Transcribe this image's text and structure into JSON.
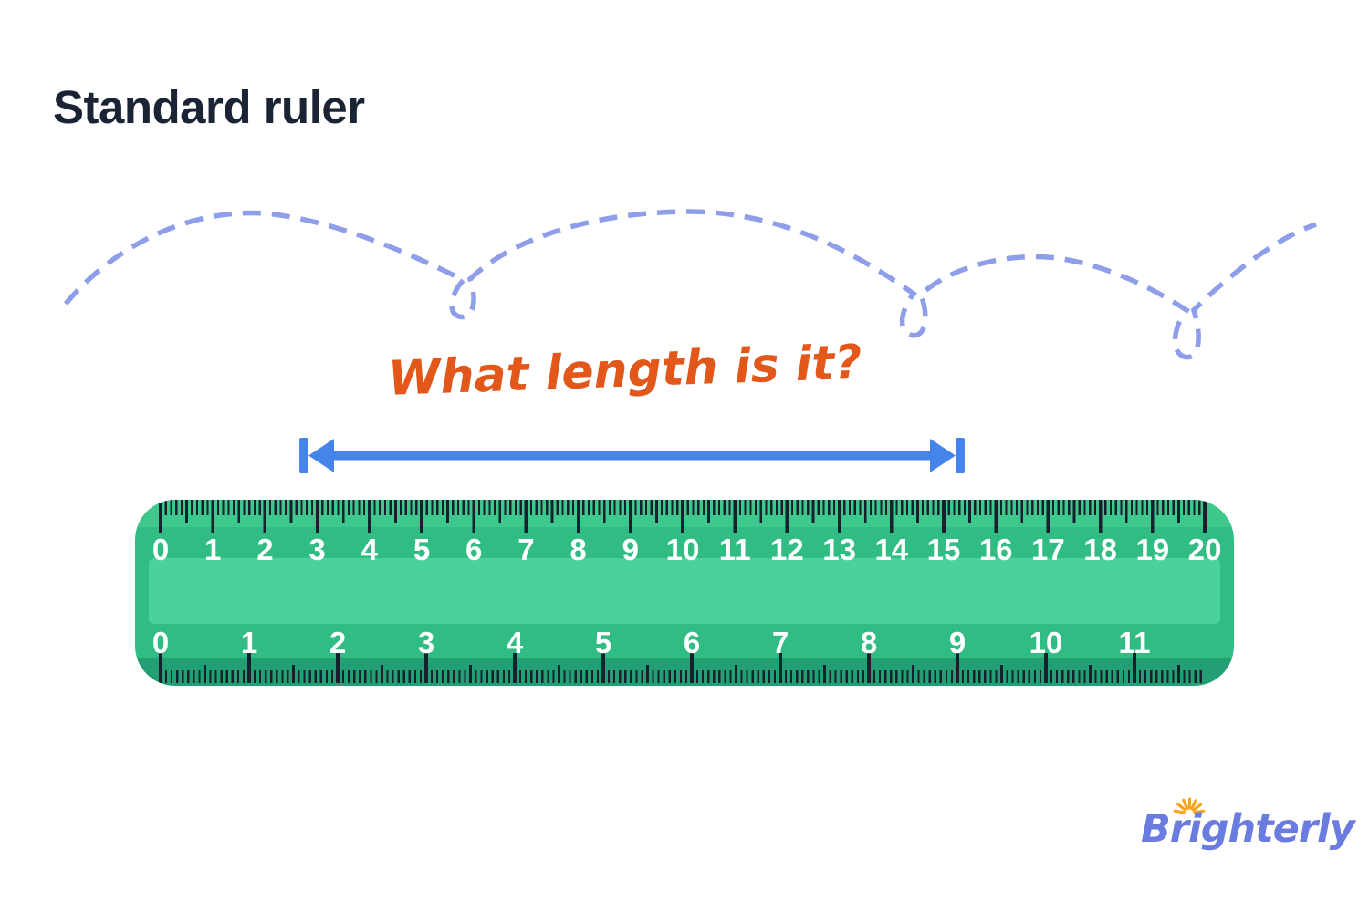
{
  "page": {
    "title": "Standard ruler"
  },
  "question": {
    "text": "What length is it?"
  },
  "logo": {
    "text": "Brighterly"
  },
  "colors": {
    "background": "#ffffff",
    "title": "#1b2435",
    "question": "#e2571a",
    "arrow": "#4584e8",
    "hops": "#8f9ee9",
    "ruler_body": "#30bc83",
    "ruler_top_strip": "#3fc88e",
    "ruler_inner_panel": "#4bd29b",
    "ruler_bottom_strip": "#22a074",
    "tick": "#16212e",
    "ruler_number": "#ffffff",
    "logo_text": "#6b7ce0",
    "logo_sun": "#f5a61f"
  },
  "ruler": {
    "cm_scale": {
      "labels": [
        "0",
        "1",
        "2",
        "3",
        "4",
        "5",
        "6",
        "7",
        "8",
        "9",
        "10",
        "11",
        "12",
        "13",
        "14",
        "15",
        "16",
        "17",
        "18",
        "19",
        "20"
      ],
      "minor_ticks_per_unit": 10
    },
    "inch_scale": {
      "labels": [
        "0",
        "1",
        "2",
        "3",
        "4",
        "5",
        "6",
        "7",
        "8",
        "9",
        "10",
        "11"
      ],
      "minor_ticks_per_unit": 16
    }
  }
}
